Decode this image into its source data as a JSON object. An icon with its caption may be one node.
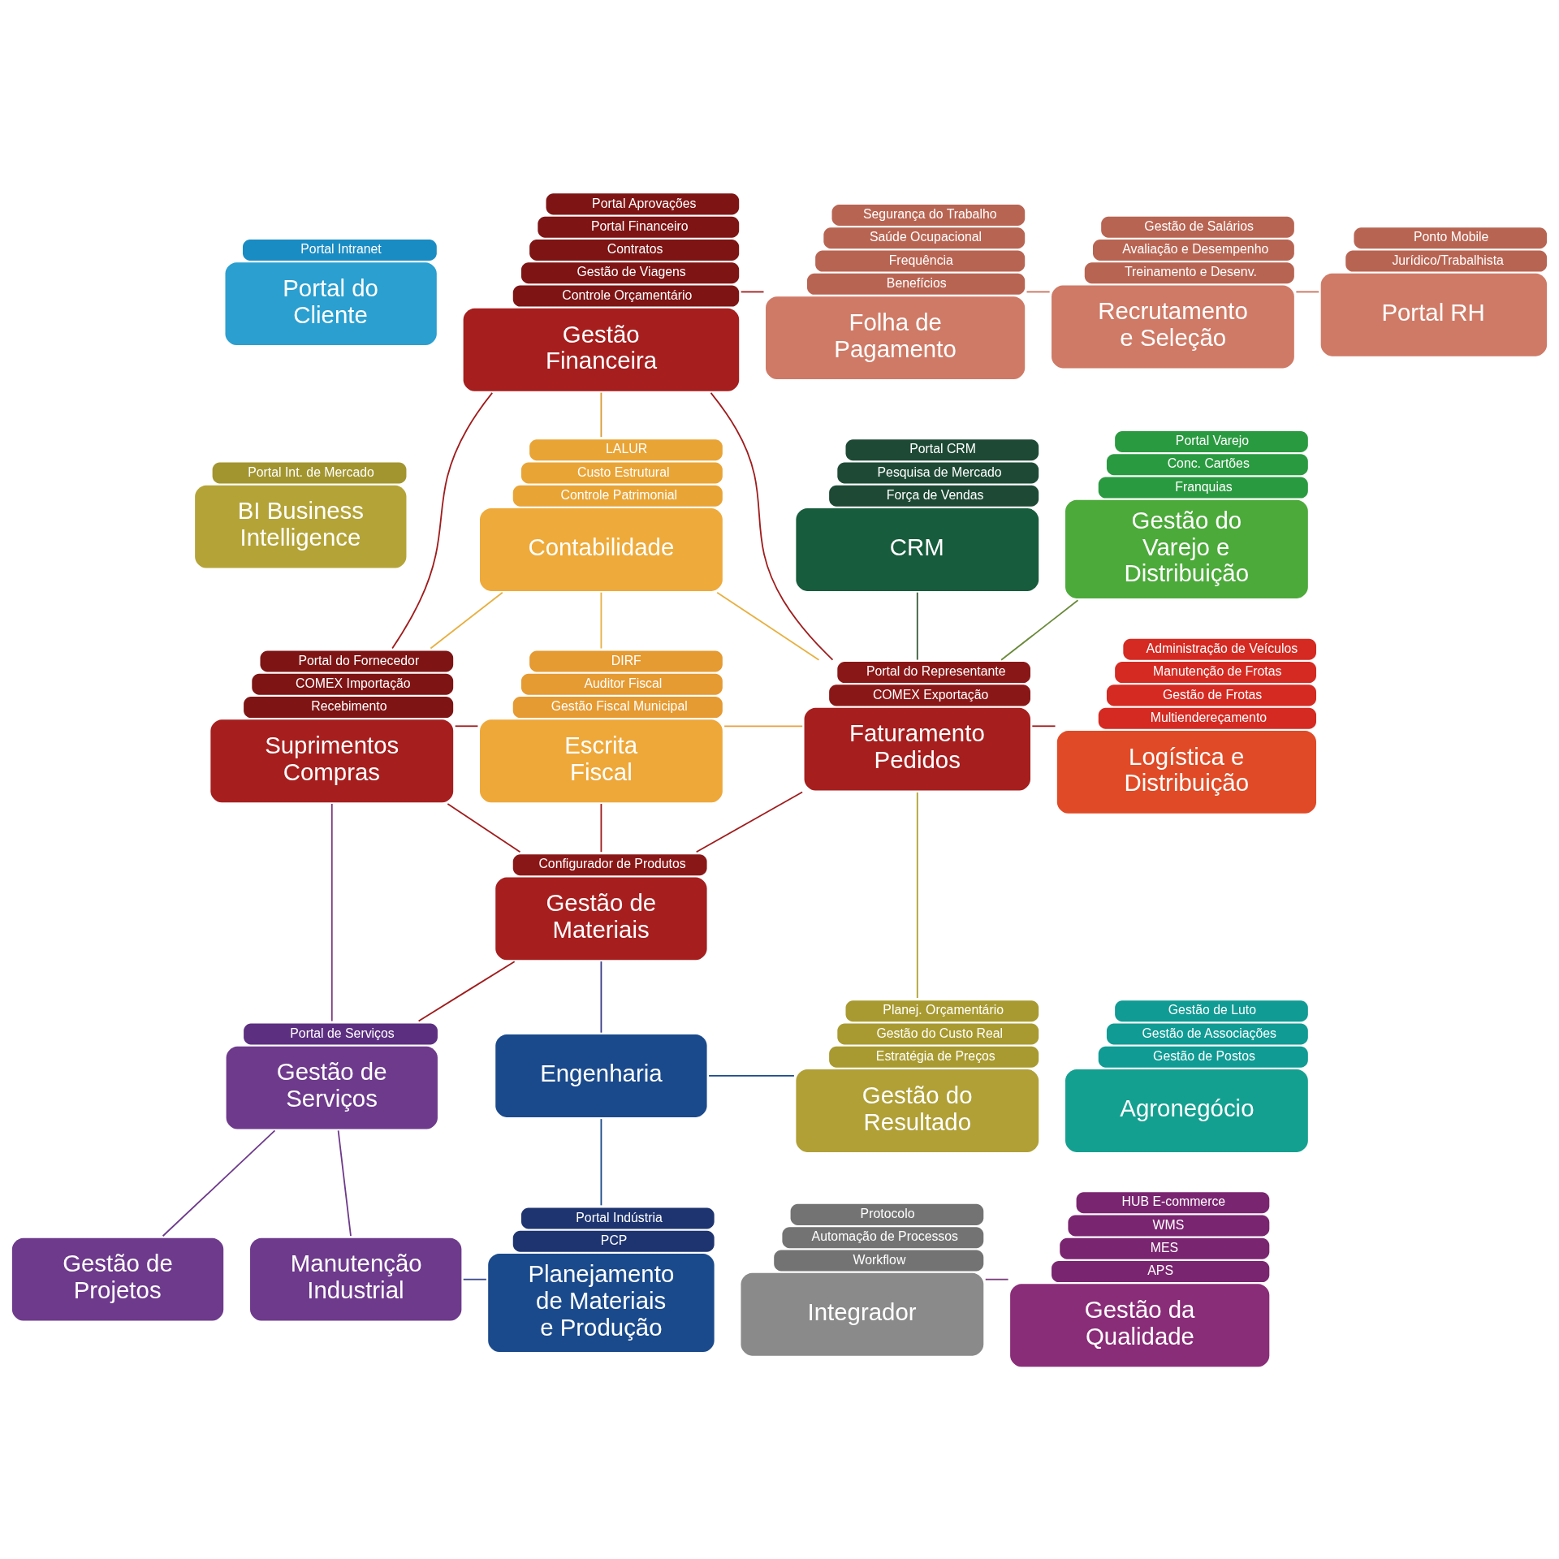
{
  "diagram": {
    "nodes": [
      {
        "text": [
          "Portal Intranet",
          "Portal do Cliente"
        ]
      },
      {
        "text": [
          "Portal Aprovações",
          "Portal Financeiro",
          "Contratos",
          "Gestão de Viagens",
          "Controle Orçamentário",
          "Gestão Financeira"
        ]
      },
      {
        "text": [
          "Segurança do Trabalho",
          "Saúde Ocupacional",
          "Frequência",
          "Benefícios",
          "Folha de Pagamento"
        ]
      },
      {
        "text": [
          "Gestão de Salários",
          "Avaliação e Desempenho",
          "Treinamento e Desenv.",
          "Recrutamento e Seleção"
        ]
      },
      {
        "text": [
          "Ponto Mobile",
          "Jurídico/Trabalhista",
          "Portal RH"
        ]
      },
      {
        "text": [
          "Portal Int. de Mercado",
          "BI Business Intelligence"
        ]
      },
      {
        "text": [
          "LALUR",
          "Custo Estrutural",
          "Controle Patrimonial",
          "Contabilidade"
        ]
      },
      {
        "text": [
          "Portal CRM",
          "Pesquisa de Mercado",
          "Força de Vendas",
          "CRM"
        ]
      },
      {
        "text": [
          "Portal Varejo",
          "Conc. Cartões",
          "Franquias",
          "Gestão do Varejo e Distribuição"
        ]
      },
      {
        "text": [
          "Portal do Fornecedor",
          "COMEX Importação",
          "Recebimento",
          "Suprimentos Compras"
        ]
      },
      {
        "text": [
          "DIRF",
          "Auditor Fiscal",
          "Gestão Fiscal Municipal",
          "Escrita Fiscal"
        ]
      },
      {
        "text": [
          "Portal do Representante",
          "COMEX Exportação",
          "Faturamento Pedidos"
        ]
      },
      {
        "text": [
          "Administração de Veículos",
          "Manutenção de Frotas",
          "Gestão de Frotas",
          "Multiendereçamento",
          "Logística e Distribuição"
        ]
      },
      {
        "text": [
          "Configurador de Produtos",
          "Gestão de Materiais"
        ]
      },
      {
        "text": [
          "Portal de Serviços",
          "Gestão de Serviços"
        ]
      },
      {
        "text": [
          "Engenharia"
        ]
      },
      {
        "text": [
          "Planej. Orçamentário",
          "Gestão do Custo Real",
          "Estratégia de Preços",
          "Gestão do Resultado"
        ]
      },
      {
        "text": [
          "Gestão de Luto",
          "Gestão de Associações",
          "Gestão de Postos",
          "Agronegócio"
        ]
      },
      {
        "text": [
          "Gestão de Projetos"
        ]
      },
      {
        "text": [
          "Manutenção Industrial"
        ]
      },
      {
        "text": [
          "Portal Indústria",
          "PCP",
          "Planejamento de Materiais e Produção"
        ]
      },
      {
        "text": [
          "Protocolo",
          "Automação de Processos",
          "Workflow",
          "Integrador"
        ]
      },
      {
        "text": [
          "HUB E-commerce",
          "WMS",
          "MES",
          "APS",
          "Gestão da Qualidade"
        ]
      }
    ],
    "edges": [
      {
        "from": 1,
        "to": 2,
        "arrow": "none"
      },
      {
        "from": 2,
        "to": 3,
        "arrow": "none",
        "color": "#c8705c"
      },
      {
        "from": 3,
        "to": 4,
        "arrow": "none",
        "color": "#c8705c"
      },
      {
        "from": 1,
        "to": 6,
        "arrow": "none",
        "color": "#d89a30"
      },
      {
        "from": 9,
        "to": 1,
        "arrow": "none"
      },
      {
        "from": 1,
        "to": 11,
        "arrow": "none"
      },
      {
        "from": 6,
        "to": 10,
        "arrow": "none",
        "color": "#e8b040"
      },
      {
        "from": 9,
        "to": 6,
        "arrow": "none",
        "color": "#e8b040"
      },
      {
        "from": 6,
        "to": 11,
        "arrow": "none",
        "color": "#e8b040"
      },
      {
        "from": 7,
        "to": 11,
        "arrow": "none",
        "color": "#3a5a3a"
      },
      {
        "from": 9,
        "to": 10,
        "arrow": "none"
      },
      {
        "from": 10,
        "to": 11,
        "arrow": "none",
        "color": "#e8a040"
      },
      {
        "from": 11,
        "to": 8,
        "arrow": "none",
        "color": "#6a8a3a"
      },
      {
        "from": 11,
        "to": 12,
        "arrow": "none"
      },
      {
        "from": 10,
        "to": 13,
        "arrow": "none"
      },
      {
        "from": 9,
        "to": 13,
        "arrow": "none"
      },
      {
        "from": 13,
        "to": 11,
        "arrow": "none"
      },
      {
        "from": 9,
        "to": 14,
        "arrow": "none",
        "color": "#7a3a7a"
      },
      {
        "from": 13,
        "to": 14,
        "arrow": "none"
      },
      {
        "from": 13,
        "to": 15,
        "arrow": "none",
        "color": "#3a3a8a"
      },
      {
        "from": 11,
        "to": 16,
        "arrow": "none",
        "color": "#b0a030"
      },
      {
        "from": 15,
        "to": 16,
        "arrow": "none",
        "color": "#1a4a8c"
      },
      {
        "from": 15,
        "to": 20,
        "arrow": "none",
        "color": "#1a4a8c"
      },
      {
        "from": 14,
        "to": 18,
        "arrow": "none",
        "color": "#6e3a8c"
      },
      {
        "from": 14,
        "to": 19,
        "arrow": "none",
        "color": "#6e3a8c"
      },
      {
        "from": 19,
        "to": 20,
        "arrow": "none",
        "color": "#3a4a8c"
      },
      {
        "from": 21,
        "to": 22,
        "arrow": "none",
        "color": "#7a3a7a"
      }
    ]
  }
}
